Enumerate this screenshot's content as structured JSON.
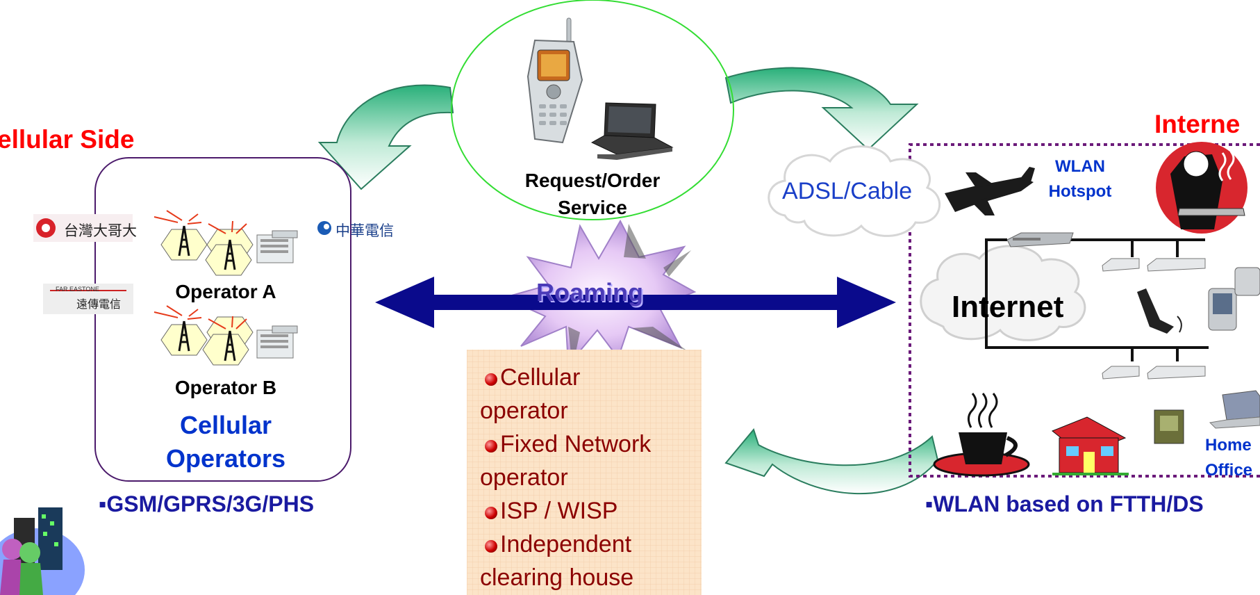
{
  "cellular": {
    "title": "ellular Side",
    "operator_a": "Operator A",
    "operator_b": "Operator B",
    "group_label_line1": "Cellular",
    "group_label_line2": "Operators",
    "caption": "▪GSM/GPRS/3G/PHS",
    "logos": {
      "taiwan_mobile": "台灣大哥大",
      "cht": "中華電信",
      "fareastone_line1": "FAR EASTONE",
      "fareastone_line2": "遠傳電信"
    }
  },
  "center": {
    "request_line1": "Request/Order",
    "request_line2": "Service",
    "roaming": "Roaming",
    "roles": [
      {
        "line1": "Cellular",
        "line2": "operator"
      },
      {
        "line1": "Fixed Network",
        "line2": "operator"
      },
      {
        "line1": "ISP / WISP",
        "line2": ""
      },
      {
        "line1": "Independent",
        "line2": "clearing house"
      }
    ]
  },
  "internet": {
    "title": "Interne",
    "adsl": "ADSL/Cable",
    "wlan_line1": "WLAN",
    "wlan_line2": "Hotspot",
    "cloud_label": "Internet",
    "home_line1": "Home",
    "home_line2": "Office",
    "caption": "▪WLAN based on FTTH/DS"
  },
  "colors": {
    "title_red": "#ff0000",
    "arrow_blue": "#0a0a8c",
    "operator_blue": "#0033cc",
    "role_text": "#8b0000",
    "role_box": "#fce4c8",
    "panel_border": "#4b1a6b",
    "hotspot_border": "#6b1a7a",
    "ellipse_green": "#33dd33"
  },
  "icons": [
    "base-station-icon",
    "mobile-phone-icon",
    "laptop-icon",
    "airplane-icon",
    "waiter-icon",
    "coffee-cup-icon",
    "house-icon",
    "router-icon",
    "access-point-icon",
    "pda-icon",
    "cordless-phone-icon",
    "people-city-icon"
  ]
}
